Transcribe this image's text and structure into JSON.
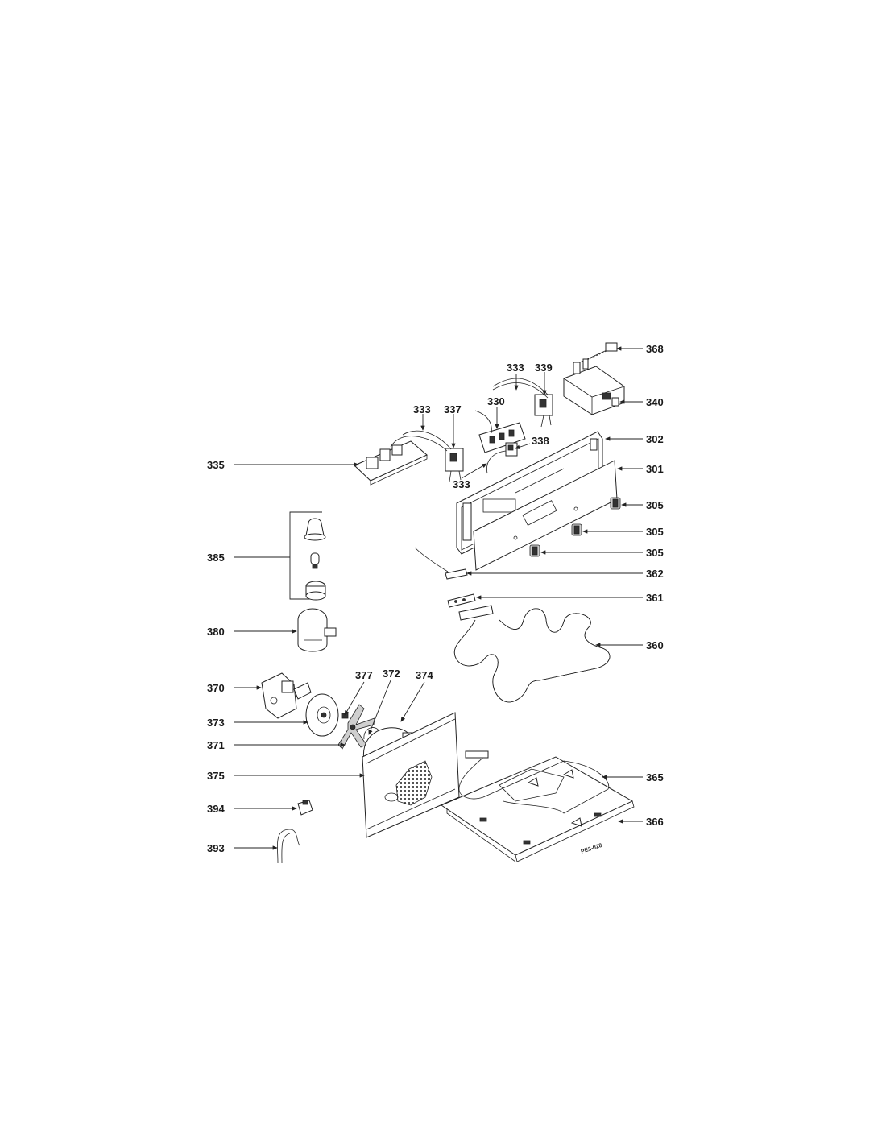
{
  "diagram_code": "PE3-028",
  "labels": {
    "368": "368",
    "340": "340",
    "333a": "333",
    "339": "339",
    "333b": "333",
    "337": "337",
    "330": "330",
    "338": "338",
    "333c": "333",
    "302": "302",
    "301": "301",
    "335": "335",
    "305a": "305",
    "305b": "305",
    "305c": "305",
    "385": "385",
    "362": "362",
    "361": "361",
    "380": "380",
    "360": "360",
    "370": "370",
    "377": "377",
    "372": "372",
    "374": "374",
    "373": "373",
    "371": "371",
    "375": "375",
    "365": "365",
    "394": "394",
    "366": "366",
    "393": "393"
  }
}
